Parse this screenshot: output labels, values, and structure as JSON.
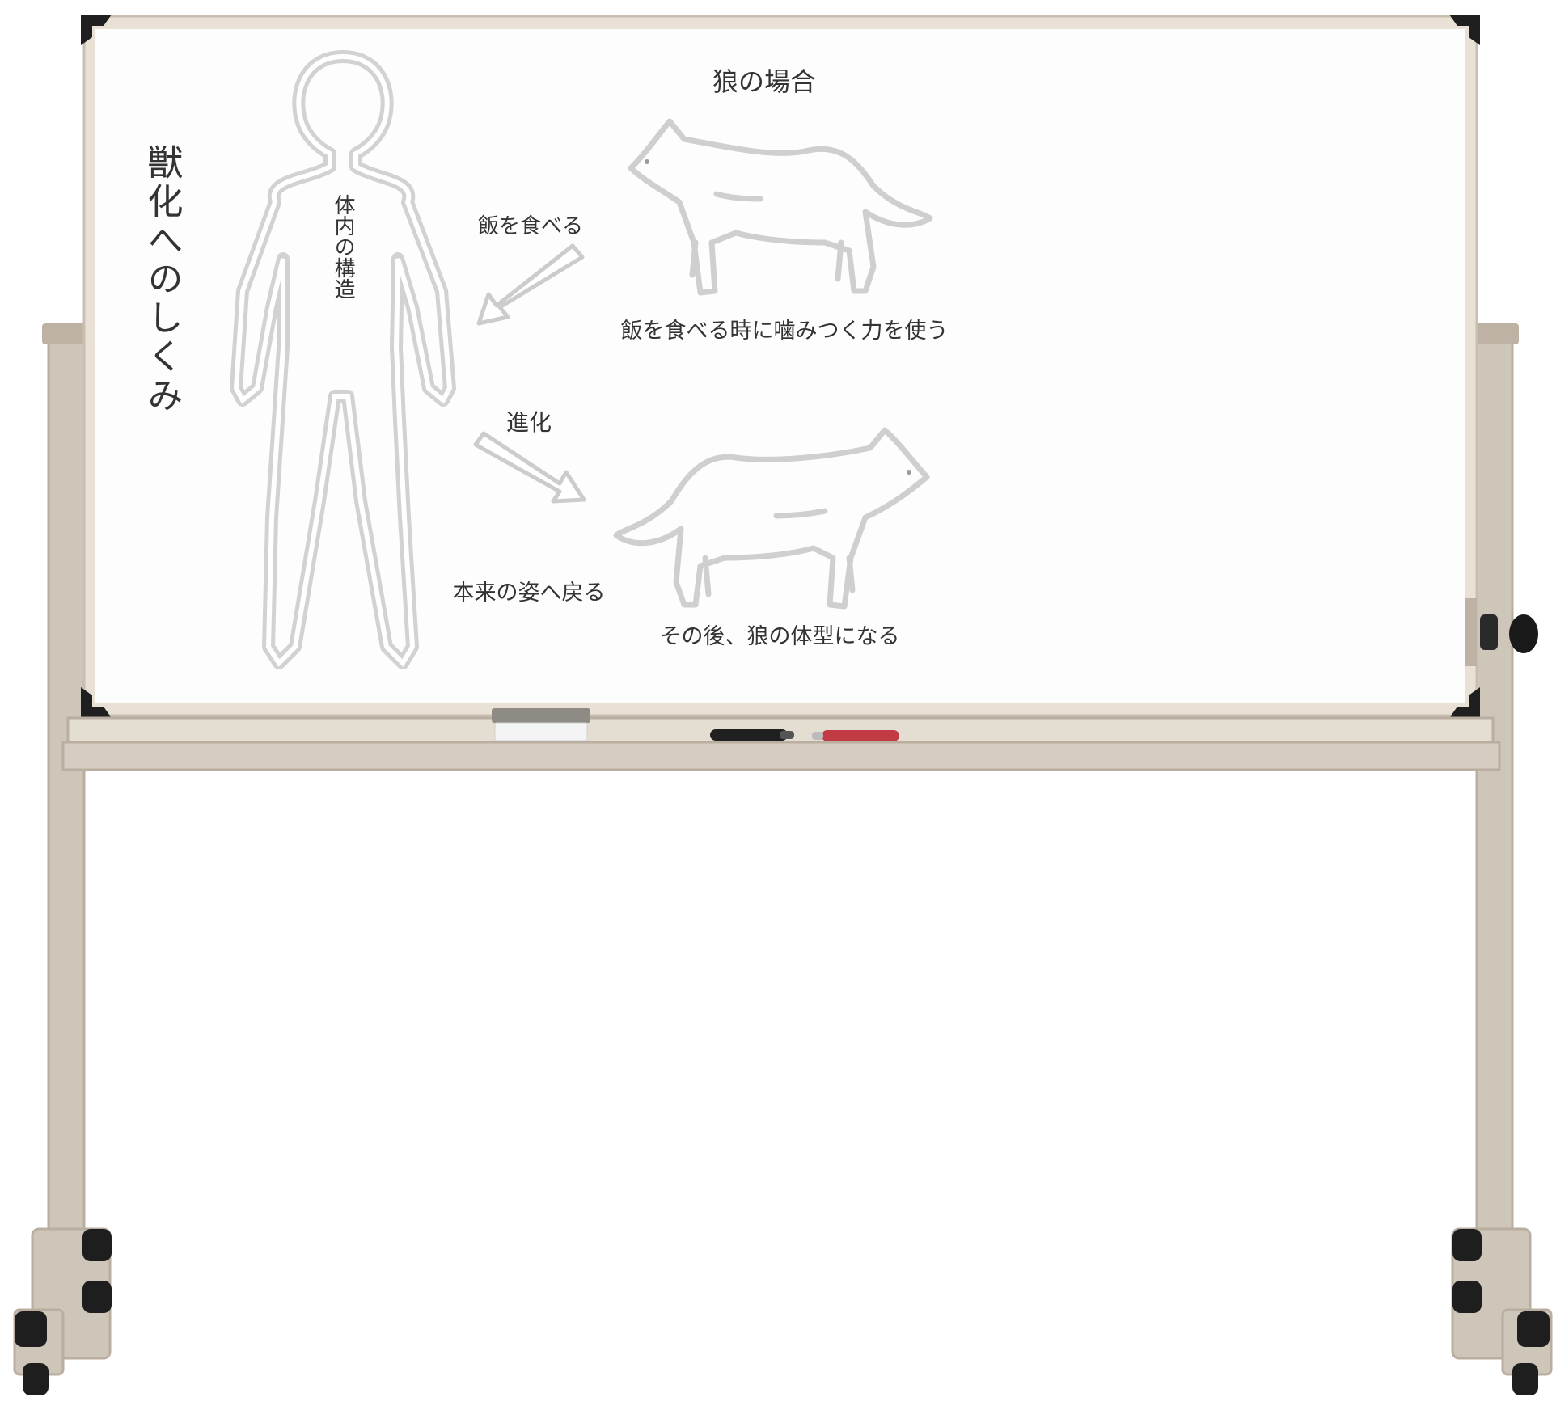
{
  "board": {
    "title_vertical": "獣化へのしくみ",
    "top_label": "狼の場合",
    "upper_arrow_label": "飯を食べる",
    "upper_caption": "飯を食べる時に噛みつく力を使う",
    "lower_arrow_label": "進化",
    "left_caption": "本来の姿へ戻る",
    "lower_caption": "その後、狼の体型になる",
    "body_text_vertical": "体内の構造"
  },
  "tray": {
    "eraser_color": "#f4f4f4",
    "marker_black_color": "#202020",
    "marker_red_color": "#c23a44"
  },
  "colors": {
    "frame": "#e9e1d6",
    "frame_edge": "#c9bfb1",
    "stand": "#cfc6ba",
    "stand_dark": "#b9ae9f",
    "wheel": "#1e1e1e",
    "board_surface": "#fdfdfd",
    "ink": "#333333",
    "outline": "#d2d2d2"
  },
  "icons": {
    "human": "human-silhouette-icon",
    "wolf_upper": "wolf-drawing-icon",
    "wolf_lower": "wolf-drawing-icon",
    "arrow_upper": "arrow-down-left-icon",
    "arrow_lower": "arrow-down-right-icon",
    "knob": "knob-icon"
  }
}
